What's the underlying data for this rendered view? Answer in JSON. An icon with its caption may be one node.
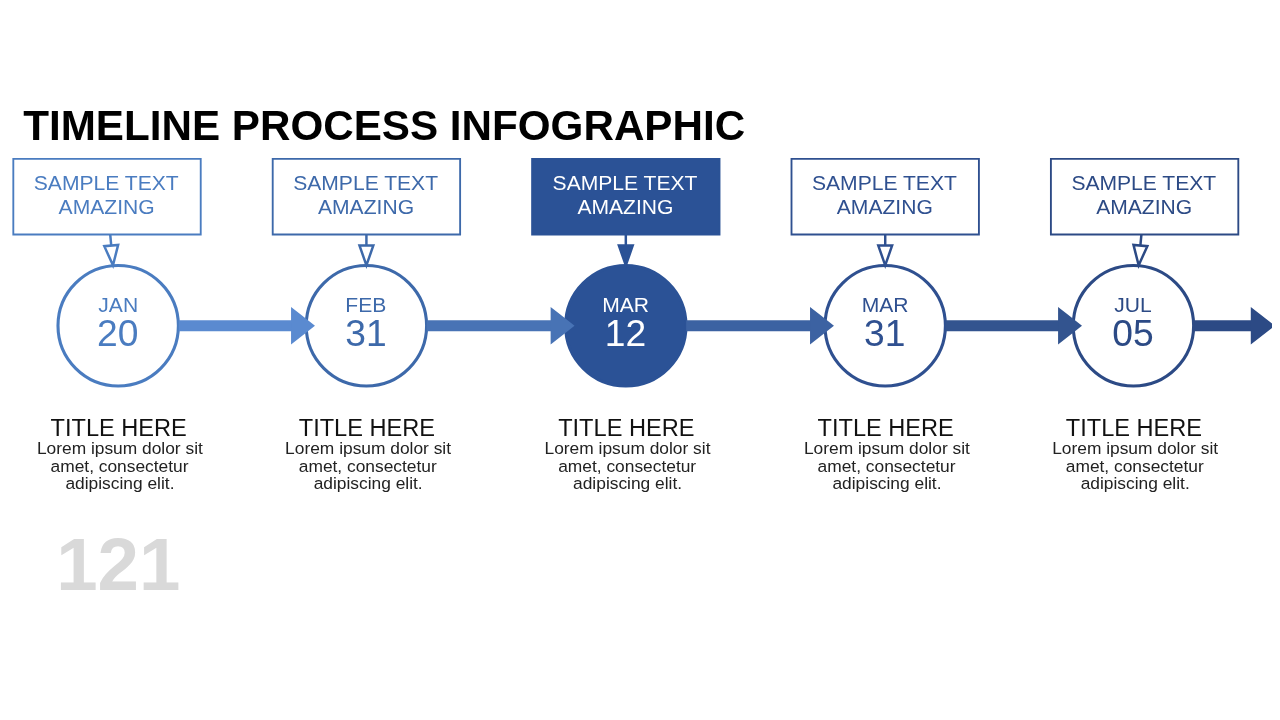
{
  "diagram": {
    "title": "TIMELINE PROCESS INFOGRAPHIC",
    "nodes": [
      {
        "text": [
          "SAMPLE TEXT AMAZING"
        ]
      },
      {
        "text": [
          "SAMPLE TEXT AMAZING"
        ]
      },
      {
        "text": [
          "SAMPLE TEXT AMAZING"
        ]
      },
      {
        "text": [
          "SAMPLE TEXT AMAZING"
        ]
      },
      {
        "text": [
          "SAMPLE TEXT AMAZING"
        ]
      },
      {
        "text": [
          "JAN",
          "20"
        ],
        "beside": [
          "TITLE HERE",
          "Lorem ipsum dolor sit amet, consectetur adipiscing elit."
        ]
      },
      {
        "text": [
          "FEB",
          "31"
        ],
        "beside": [
          "TITLE HERE",
          "Lorem ipsum dolor sit amet, consectetur adipiscing elit."
        ]
      },
      {
        "text": [
          "MAR",
          "12"
        ],
        "beside": [
          "TITLE HERE",
          "Lorem ipsum dolor sit amet, consectetur adipiscing elit."
        ]
      },
      {
        "text": [
          "MAR",
          "31"
        ],
        "beside": [
          "TITLE HERE",
          "Lorem ipsum dolor sit amet, consectetur adipiscing elit."
        ]
      },
      {
        "text": [
          "JUL",
          "05"
        ],
        "beside": [
          "TITLE HERE",
          "Lorem ipsum dolor sit amet, consectetur adipiscing elit."
        ]
      }
    ],
    "edges": [
      {
        "from": 0,
        "to": 5,
        "arrow": "to",
        "color": "#4a7cc0"
      },
      {
        "from": 1,
        "to": 6,
        "arrow": "to",
        "color": "#3d69aa"
      },
      {
        "from": 2,
        "to": 7,
        "arrow": "to",
        "color": "#2b5296"
      },
      {
        "from": 3,
        "to": 8,
        "arrow": "to",
        "color": "#2f5090"
      },
      {
        "from": 4,
        "to": 9,
        "arrow": "to",
        "color": "#2c4a85"
      },
      {
        "from": 5,
        "to": 6,
        "arrow": "to",
        "style": "thick",
        "color": "#5a8ad0"
      },
      {
        "from": 6,
        "to": 7,
        "arrow": "to",
        "style": "thick",
        "color": "#4873b5"
      },
      {
        "from": 7,
        "to": 8,
        "arrow": "to",
        "style": "thick",
        "color": "#3c62a2"
      },
      {
        "from": 8,
        "to": 9,
        "arrow": "to",
        "style": "thick",
        "color": "#33548f"
      },
      {
        "from": 9,
        "to": null,
        "arrow": "to",
        "style": "thick",
        "color": "#2c4a85"
      }
    ],
    "labels": [
      "121"
    ]
  }
}
